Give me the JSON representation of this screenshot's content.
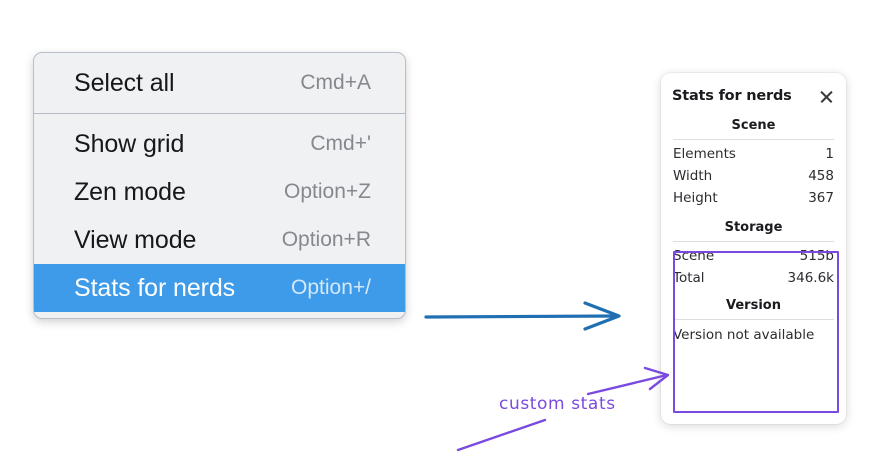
{
  "context_menu": {
    "name": "context-menu",
    "sections": [
      {
        "items": [
          {
            "label": "Select all",
            "shortcut": "Cmd+A",
            "selected": false
          }
        ]
      },
      {
        "items": [
          {
            "label": "Show grid",
            "shortcut": "Cmd+'",
            "selected": false
          },
          {
            "label": "Zen mode",
            "shortcut": "Option+Z",
            "selected": false
          },
          {
            "label": "View mode",
            "shortcut": "Option+R",
            "selected": false
          },
          {
            "label": "Stats for nerds",
            "shortcut": "Option+/",
            "selected": true
          }
        ]
      }
    ]
  },
  "stats_panel": {
    "title": "Stats for nerds",
    "close_icon": "close-icon",
    "sections": [
      {
        "heading": "Scene",
        "rows": [
          {
            "key": "Elements",
            "value": "1"
          },
          {
            "key": "Width",
            "value": "458"
          },
          {
            "key": "Height",
            "value": "367"
          }
        ]
      },
      {
        "heading": "Storage",
        "rows": [
          {
            "key": "Scene",
            "value": "515b"
          },
          {
            "key": "Total",
            "value": "346.6k"
          }
        ]
      },
      {
        "heading": "Version",
        "note": "Version not available"
      }
    ]
  },
  "annotations": {
    "custom_stats_label": "custom stats",
    "arrow_blue_color": "#1f6fb2",
    "arrow_purple_color": "#7a4ae0",
    "highlight_box_color": "#7a4ae0",
    "menu_selection_color": "#3d9be9"
  }
}
